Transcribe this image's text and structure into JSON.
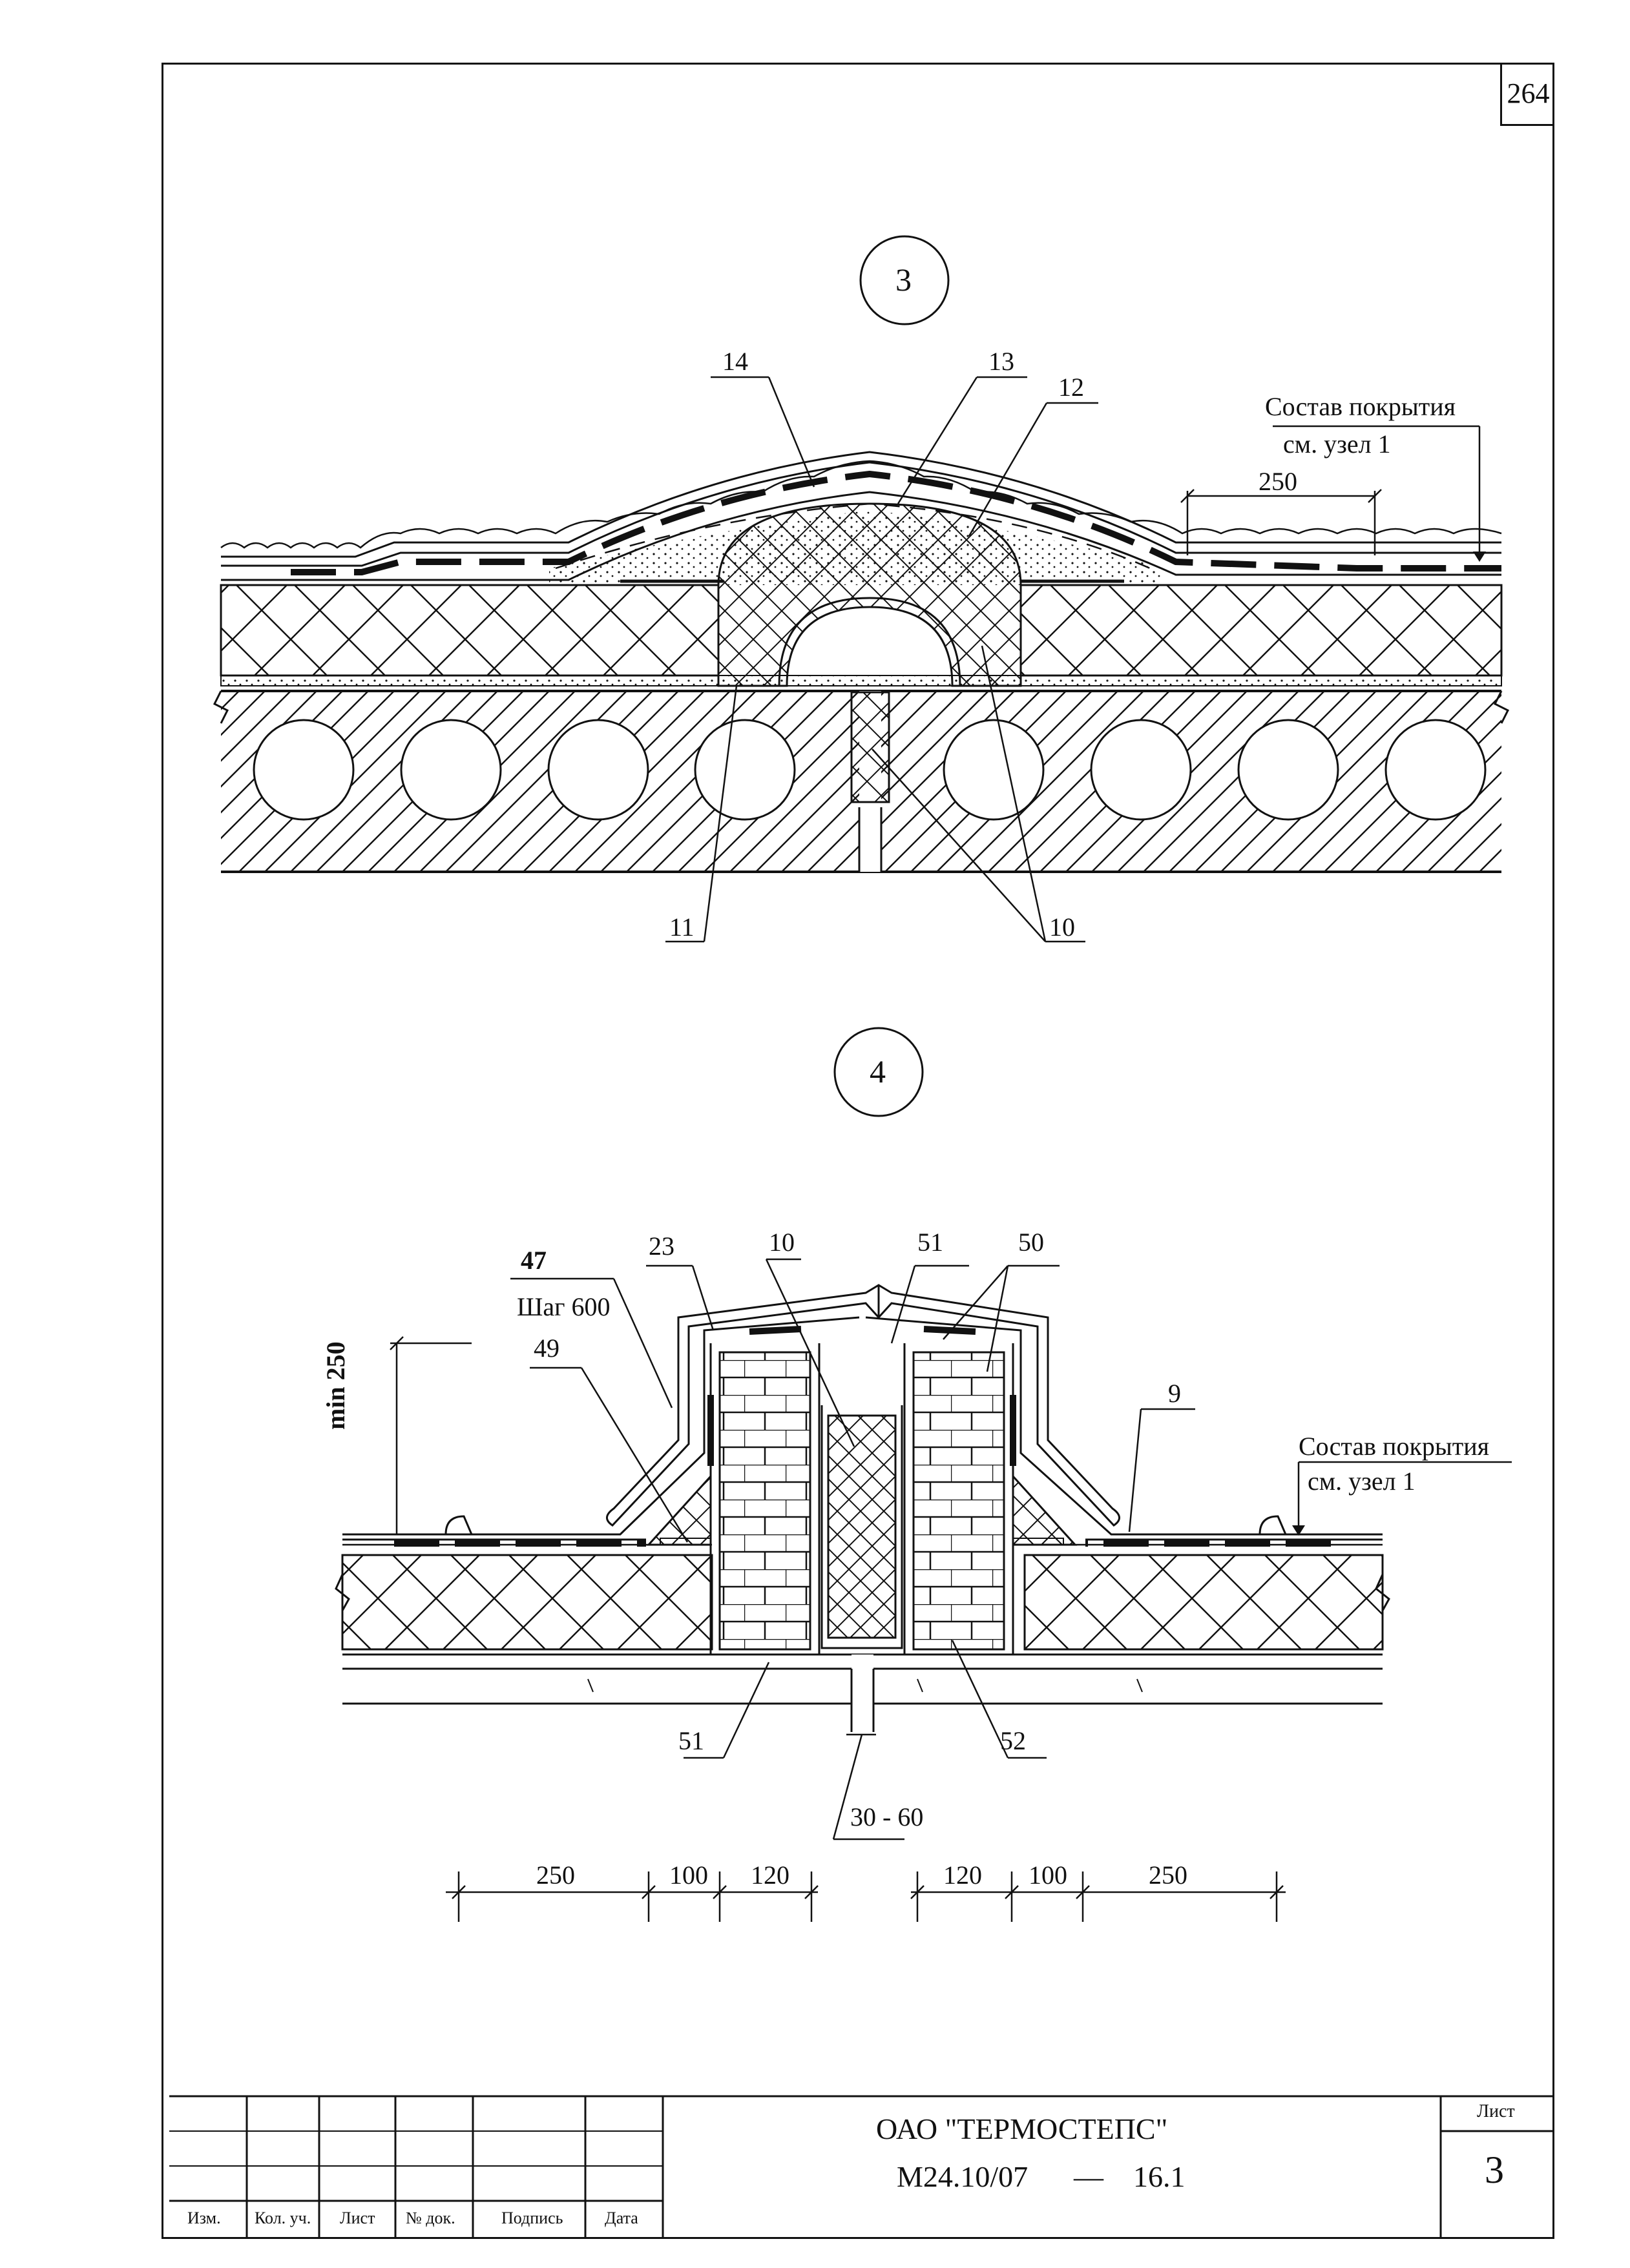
{
  "sheet_corner_number": "264",
  "detail3": {
    "id": "3",
    "labels": {
      "l14": "14",
      "l13": "13",
      "l12": "12",
      "l11": "11",
      "l10": "10"
    },
    "note_line1": "Состав покрытия",
    "note_line2": "см. узел 1",
    "dim_250": "250"
  },
  "detail4": {
    "id": "4",
    "labels": {
      "l47": "47",
      "l23": "23",
      "l10": "10",
      "l51a": "51",
      "l50": "50",
      "l49": "49",
      "l9": "9",
      "l51b": "51",
      "l52": "52"
    },
    "step": "Шаг 600",
    "min_height": "min 250",
    "note_line1": "Состав покрытия",
    "note_line2": "см. узел 1",
    "gap": "30 - 60",
    "dims_left": [
      "250",
      "100",
      "120"
    ],
    "dims_right": [
      "120",
      "100",
      "250"
    ]
  },
  "title_block": {
    "cols": [
      "Изм.",
      "Кол. уч.",
      "Лист",
      "№ док.",
      "Подпись",
      "Дата"
    ],
    "org": "ОАО \"ТЕРМОСТЕПС\"",
    "doc_code": "М24.10/07",
    "dash": "—",
    "doc_rev": "16.1",
    "sheet_label": "Лист",
    "sheet_value": "3"
  }
}
